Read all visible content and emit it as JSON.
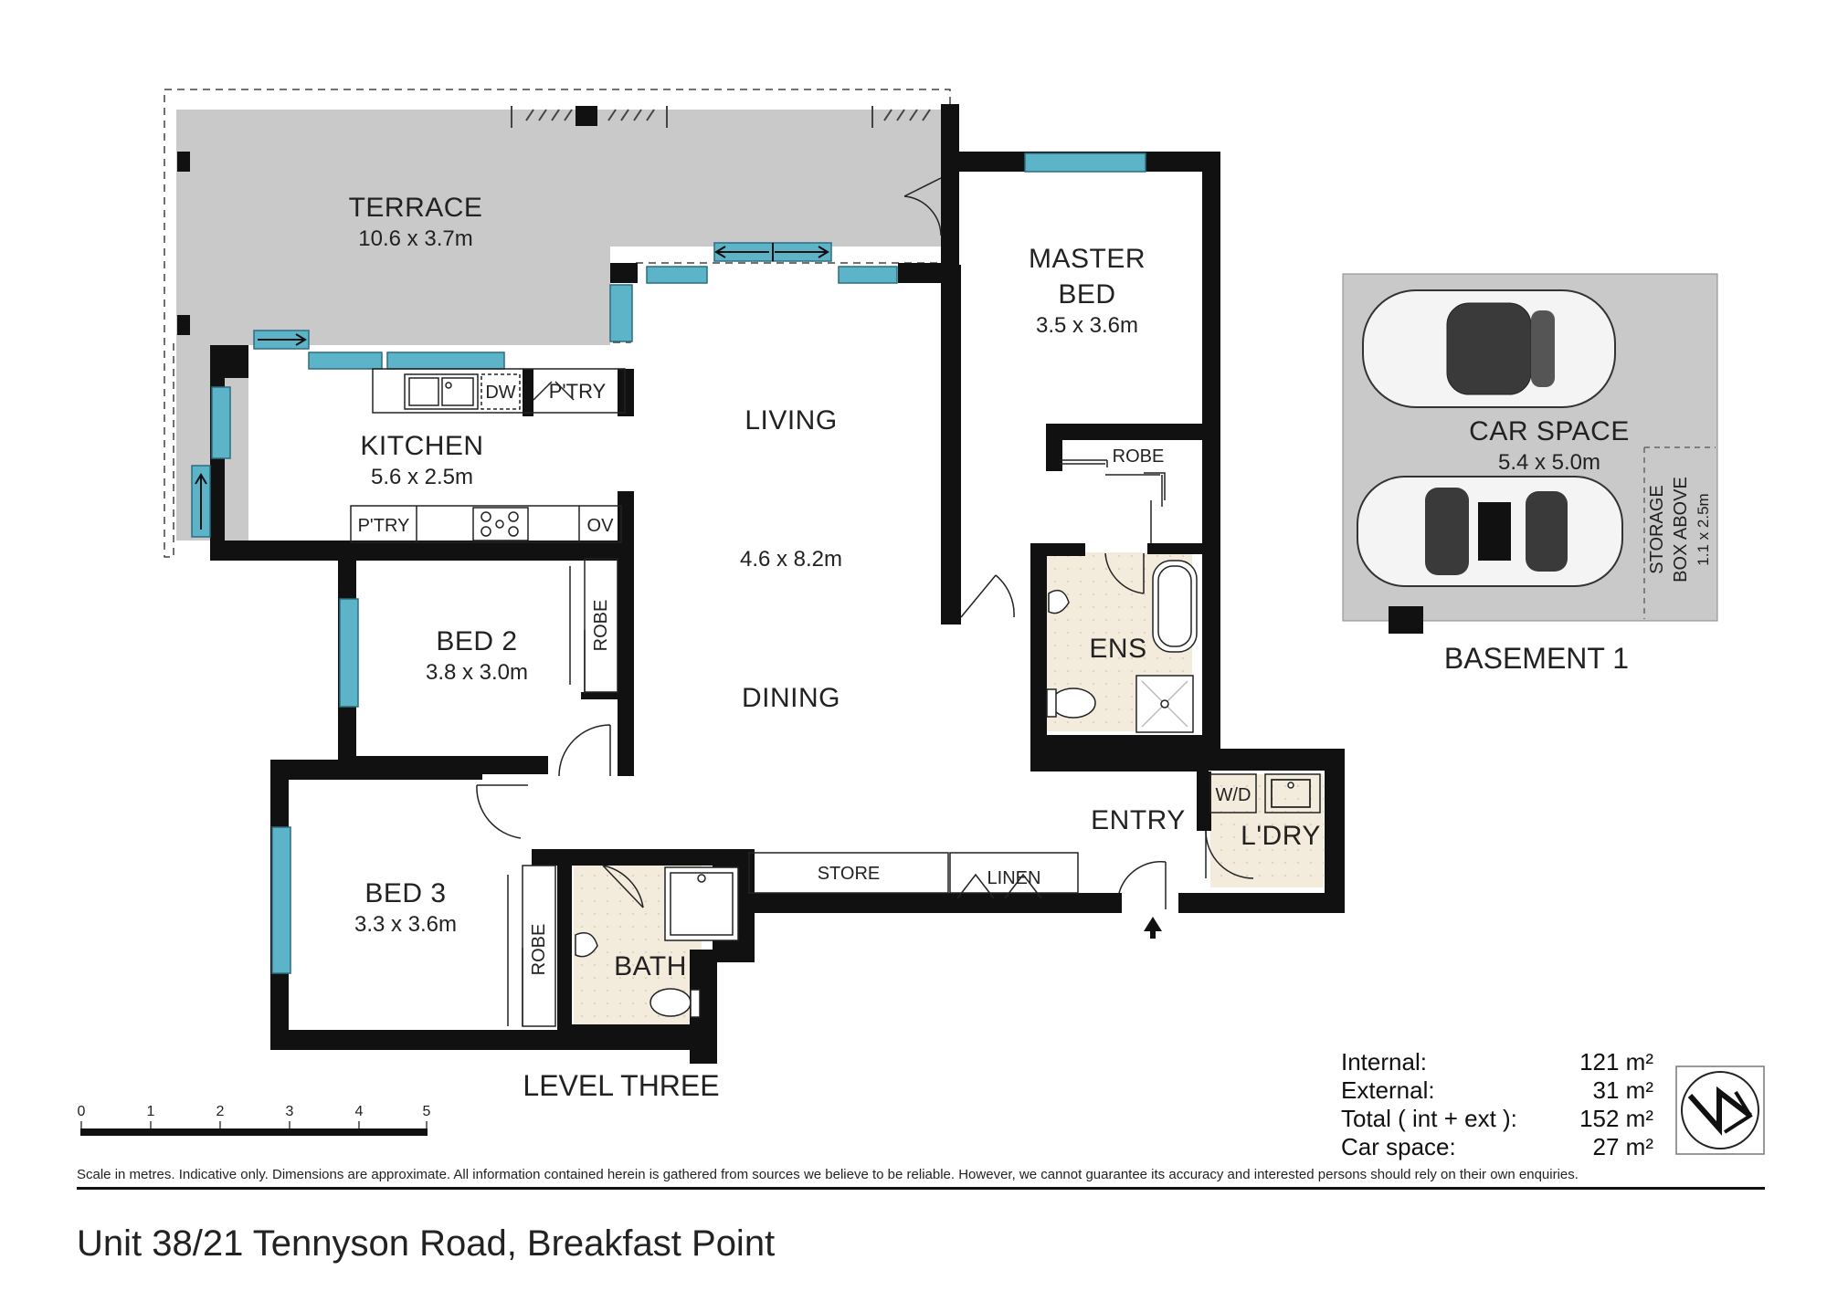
{
  "rooms": {
    "terrace": {
      "name": "TERRACE",
      "size": "10.6 x 3.7m"
    },
    "master_bed": {
      "name_line1": "MASTER",
      "name_line2": "BED",
      "size": "3.5 x 3.6m"
    },
    "kitchen": {
      "name": "KITCHEN",
      "size": "5.6 x 2.5m"
    },
    "living": {
      "name": "LIVING",
      "size": "4.6 x 8.2m"
    },
    "dining": {
      "name": "DINING"
    },
    "bed2": {
      "name": "BED 2",
      "size": "3.8 x 3.0m"
    },
    "bed3": {
      "name": "BED 3",
      "size": "3.3 x 3.6m"
    },
    "ens": {
      "name": "ENS"
    },
    "entry": {
      "name": "ENTRY"
    },
    "laundry": {
      "name": "L'DRY"
    },
    "bath": {
      "name": "BATH"
    },
    "car_space": {
      "name": "CAR SPACE",
      "size": "5.4 x 5.0m"
    }
  },
  "fixtures": {
    "dw": "DW",
    "pantry_top": "P'TRY",
    "pantry_bottom": "P'TRY",
    "oven": "OV",
    "robe_master": "ROBE",
    "robe_bed2": "ROBE",
    "robe_bed3": "ROBE",
    "store": "STORE",
    "linen": "LINEN",
    "wd": "W/D",
    "storage_line1": "STORAGE",
    "storage_line2": "BOX ABOVE",
    "storage_size": "1.1 x 2.5m"
  },
  "labels": {
    "level": "LEVEL THREE",
    "basement": "BASEMENT 1"
  },
  "scale": {
    "ticks": [
      "0",
      "1",
      "2",
      "3",
      "4",
      "5"
    ]
  },
  "areas": [
    {
      "label": "Internal:",
      "value": "121 m²"
    },
    {
      "label": "External:",
      "value": "31 m²"
    },
    {
      "label": "Total ( int + ext ):",
      "value": "152 m²"
    },
    {
      "label": "Car space:",
      "value": "27 m²"
    }
  ],
  "disclaimer": "Scale in metres. Indicative only. Dimensions are approximate. All information contained herein is gathered from sources we believe to be reliable. However, we cannot guarantee its accuracy and interested persons should rely on their own enquiries.",
  "address": "Unit 38/21 Tennyson Road, Breakfast Point",
  "colors": {
    "wall": "#111111",
    "window": "#5db4c8",
    "terrace": "#c9c9c9",
    "tile": "#f3ebdc",
    "car_space": "#c9c9c9"
  }
}
